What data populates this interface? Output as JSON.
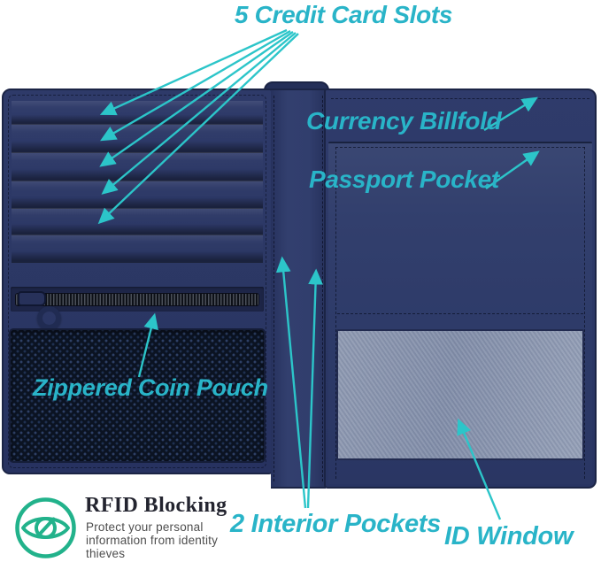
{
  "title": "5 Credit Card Slots",
  "callouts": {
    "currency_billfold": "Currency Billfold",
    "passport_pocket": "Passport Pocket",
    "zippered_coin_pouch": "Zippered Coin Pouch",
    "interior_pockets": "2 Interior Pockets",
    "id_window": "ID Window"
  },
  "rfid": {
    "heading": "RFID Blocking",
    "description": "Protect your personal information from identity thieves"
  },
  "icons": {
    "rfid": "eye-blocked-icon"
  },
  "colors": {
    "accent_text": "#29b4c8",
    "arrow": "#2cc5c9",
    "leather_navy": "#2c3866",
    "leather_dark": "#1b2445",
    "mesh_dark": "#0b1322",
    "id_window_gray": "#8893ad",
    "rfid_green": "#22b28b",
    "heading_dark": "#23242f",
    "body_gray": "#4e4e4e"
  }
}
